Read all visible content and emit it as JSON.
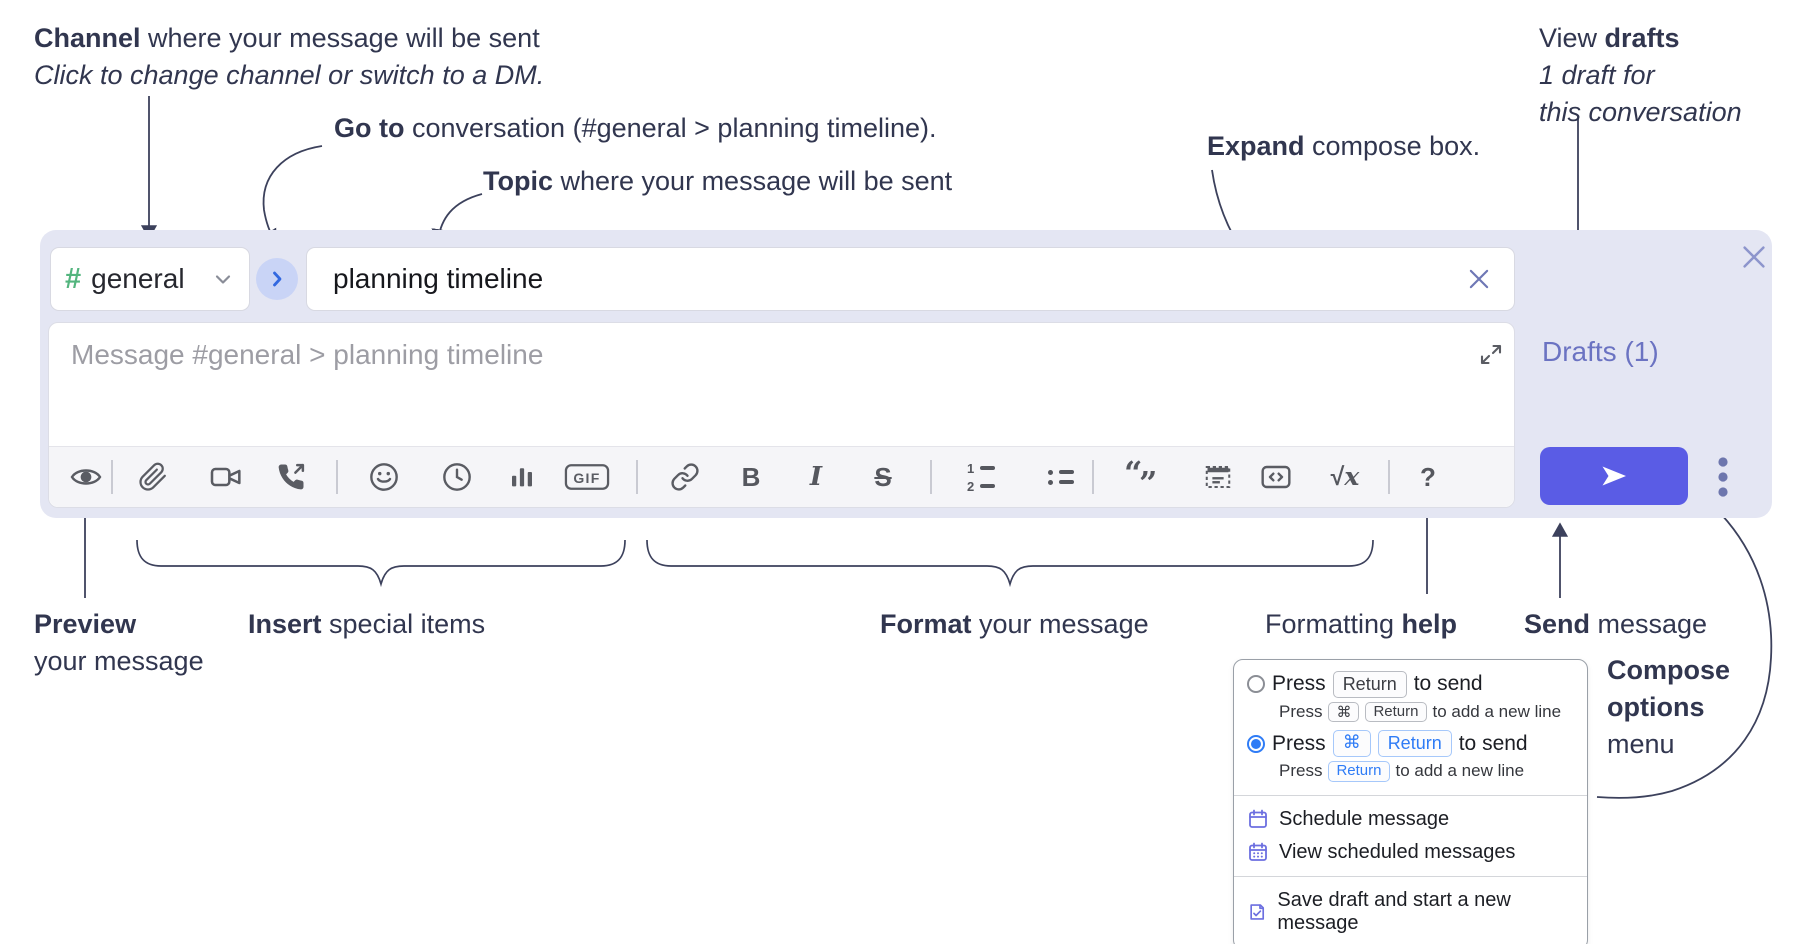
{
  "annotations": {
    "channel": {
      "bold": "Channel",
      "rest": " where your message will be sent",
      "line2": "Click to change channel or switch to a DM."
    },
    "goto": {
      "bold": "Go to",
      "rest": " conversation (#general > planning timeline)."
    },
    "topic": {
      "bold": "Topic",
      "rest": " where your message will be sent"
    },
    "expand": {
      "bold": "Expand",
      "rest": " compose box."
    },
    "drafts": {
      "pre": "View ",
      "bold": "drafts",
      "line2": "1 draft for",
      "line3": "this conversation"
    },
    "preview": {
      "bold": "Preview",
      "line2": "your message"
    },
    "insert": {
      "bold": "Insert",
      "rest": " special items"
    },
    "format": {
      "bold": "Format",
      "rest": " your message"
    },
    "help": {
      "pre": "Formatting ",
      "bold": "help"
    },
    "send": {
      "bold": "Send",
      "rest": " message"
    },
    "options": {
      "bold1": "Compose",
      "bold2": "options",
      "line3": "menu"
    }
  },
  "compose": {
    "channel_hash": "#",
    "channel_name": "general",
    "topic_value": "planning timeline",
    "message_placeholder": "Message #general > planning timeline",
    "drafts_link": "Drafts (1)"
  },
  "toolbar": {
    "gif": "GIF",
    "bold": "B",
    "italic": "I",
    "strike": "S",
    "ol1": "1",
    "ol2": "2",
    "quote_open": "“",
    "quote_close": "”",
    "math_root": "√",
    "math_x": "x",
    "help": "?"
  },
  "menu": {
    "option1": {
      "pre": "Press",
      "kbd": "Return",
      "post": "to send",
      "sub_pre": "Press",
      "sub_kbd1": "⌘",
      "sub_kbd2": "Return",
      "sub_post": "to add a new line"
    },
    "option2": {
      "pre": "Press",
      "kbd1": "⌘",
      "kbd2": "Return",
      "post": "to send",
      "sub_pre": "Press",
      "sub_kbd": "Return",
      "sub_post": "to add a new line"
    },
    "schedule": "Schedule message",
    "view_scheduled": "View scheduled messages",
    "save_draft": "Save draft and start a new message"
  },
  "colors": {
    "compose_background": "#e4e6f3",
    "send_button": "#5a5ce5",
    "drafts_link": "#6b73c2",
    "selection_blue": "#2f7cf6",
    "menu_icon_indigo": "#6c6fe0",
    "hash_green": "#53b57e",
    "annotation_text": "#31364f"
  }
}
